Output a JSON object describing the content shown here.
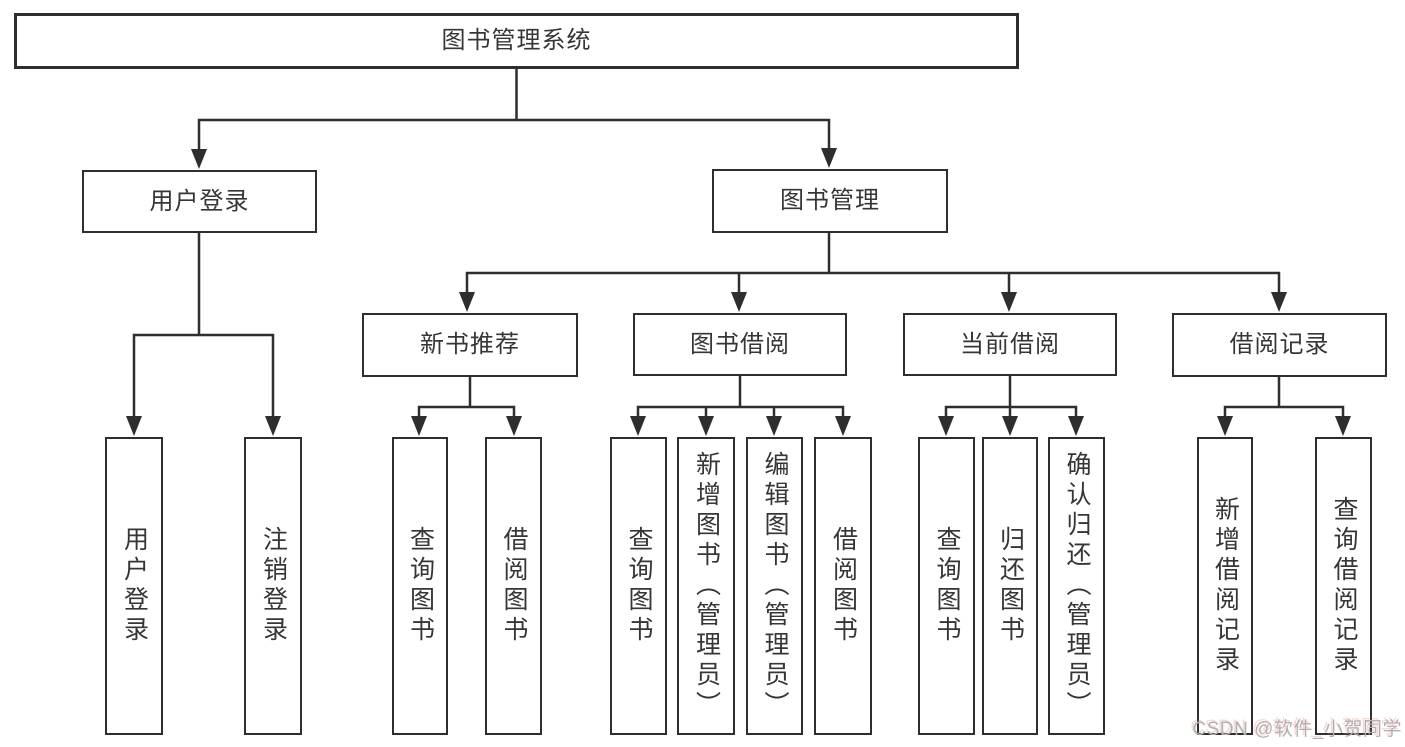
{
  "tree": {
    "root": {
      "label": "图书管理系统"
    },
    "children": [
      {
        "label": "用户登录",
        "children": [
          "用户登录",
          "注销登录"
        ]
      },
      {
        "label": "图书管理",
        "children": [
          {
            "label": "新书推荐",
            "children": [
              "查询图书",
              "借阅图书"
            ]
          },
          {
            "label": "图书借阅",
            "children": [
              "查询图书",
              "新增图书（管理员）",
              "编辑图书（管理员）",
              "借阅图书"
            ]
          },
          {
            "label": "当前借阅",
            "children": [
              "查询图书",
              "归还图书",
              "确认归还（管理员）"
            ]
          },
          {
            "label": "借阅记录",
            "children": [
              "新增借阅记录",
              "查询借阅记录"
            ]
          }
        ]
      }
    ]
  },
  "watermark": "CSDN @软件_小贺同学",
  "colors": {
    "line": "#2e2e2e",
    "text": "#363636",
    "background": "#ffffff",
    "watermark": "#b3b0b0"
  }
}
